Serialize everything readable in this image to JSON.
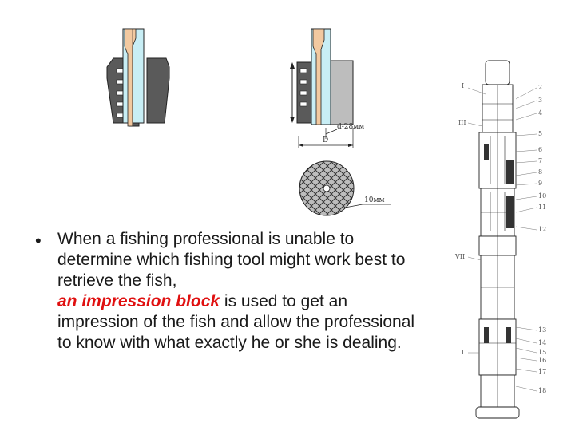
{
  "bullet": {
    "before": "When a fishing professional is unable to determine which fishing tool might work best to retrieve the fish,",
    "highlight": "an  impression block",
    "after": " is used to get an impression of the fish and allow the professional to know with what exactly he or she is dealing."
  },
  "diagram_right": {
    "label_d": "d-28мм",
    "label_D": "D"
  },
  "diagram_disk": {
    "label_size": "10мм"
  },
  "tool_labels": {
    "left": [
      "I",
      "III",
      "VII",
      "I"
    ],
    "right": [
      "2",
      "3",
      "4",
      "5",
      "6",
      "7",
      "8",
      "9",
      "10",
      "11",
      "12",
      "13",
      "14",
      "15",
      "16",
      "17",
      "18"
    ]
  },
  "colors": {
    "emphasis": "#e01010",
    "cyan_fill": "#c8eef5",
    "orange_fill": "#f2c9a0",
    "dark_gray": "#5a5a5a",
    "light_gray": "#bdbdbd"
  }
}
